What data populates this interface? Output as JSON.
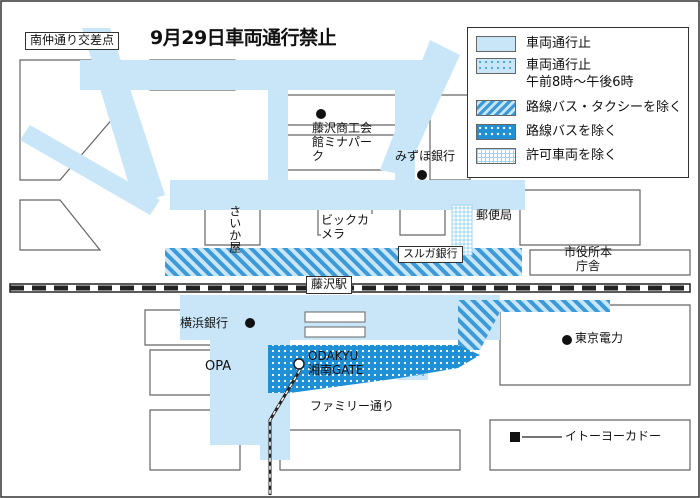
{
  "title": "9月29日車両通行禁止",
  "intersection_label": "南仲通り交差点",
  "colors": {
    "closed": "#c8e6f8",
    "dotted_bg": "#c8e6f8",
    "dots": "#4aa8e0",
    "stripe_a": "#3c9ad8",
    "stripe_b": "#c8e6f8",
    "bus_exempt": "#1f8fd6",
    "grid": "#9fd4f0",
    "outline": "#333333"
  },
  "legend": {
    "items": [
      {
        "label": "車両通行止",
        "swatch": "closed"
      },
      {
        "label": "車両通行止",
        "sublabel": "午前8時〜午後6時",
        "swatch": "dotted"
      },
      {
        "label": "路線バス・タクシーを除く",
        "swatch": "stripe"
      },
      {
        "label": "路線バスを除く",
        "swatch": "bus-dots"
      },
      {
        "label": "許可車両を除く",
        "swatch": "grid"
      }
    ]
  },
  "places": {
    "fujisawa_shoko": "藤沢商工会館ミナパーク",
    "mizuho": "みずほ銀行",
    "saikaya": "さいか屋",
    "bic_camera": "ビックカメラ",
    "post_office": "郵便局",
    "suruga": "スルガ銀行",
    "city_hall": "市役所本庁舎",
    "station": "藤沢駅",
    "yokohama_bank": "横浜銀行",
    "tepco": "東京電力",
    "opa": "OPA",
    "odakyu_1": "ODAKYU",
    "odakyu_2": "湘南GATE",
    "family_st": "ファミリー通り",
    "ito_yokado": "イトーヨーカドー"
  }
}
